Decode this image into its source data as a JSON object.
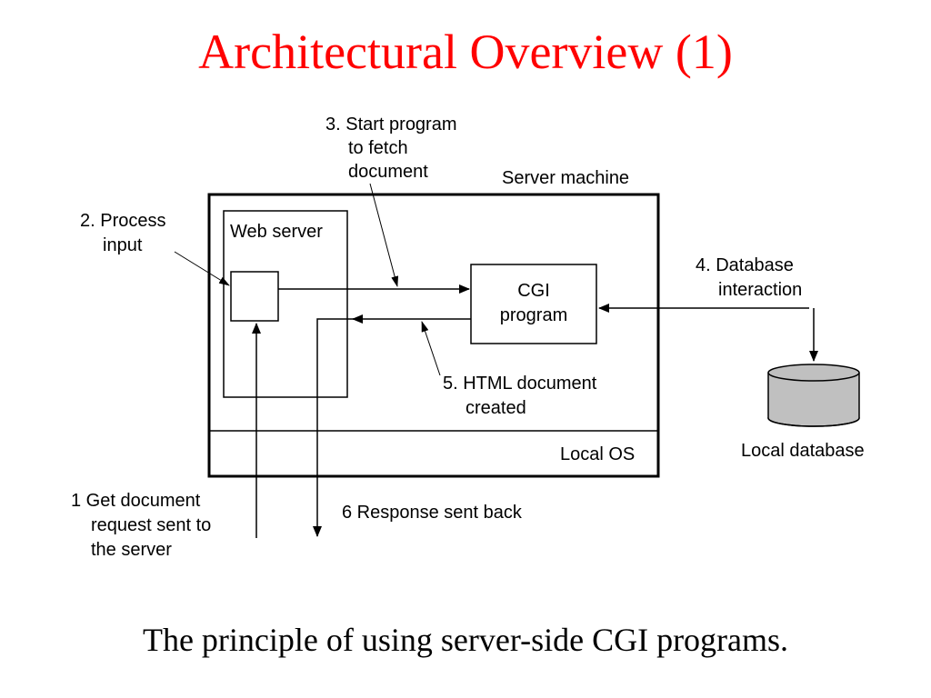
{
  "title": "Architectural Overview (1)",
  "caption": "The principle of using server-side CGI programs.",
  "diagram": {
    "server_machine_label": "Server machine",
    "local_os_label": "Local OS",
    "web_server_label": "Web server",
    "cgi_program_label": [
      "CGI",
      "program"
    ],
    "local_database_label": "Local database",
    "steps": {
      "step1": [
        "1  Get document",
        "request sent to",
        "the server"
      ],
      "step2": [
        "2. Process",
        "input"
      ],
      "step3": [
        "3. Start program",
        "to fetch",
        "document"
      ],
      "step4": [
        "4. Database",
        "interaction"
      ],
      "step5": [
        "5. HTML document",
        "created"
      ],
      "step6": [
        "6  Response sent back"
      ]
    }
  },
  "colors": {
    "title": "#ff0000",
    "database_fill": "#c0c0c0"
  }
}
